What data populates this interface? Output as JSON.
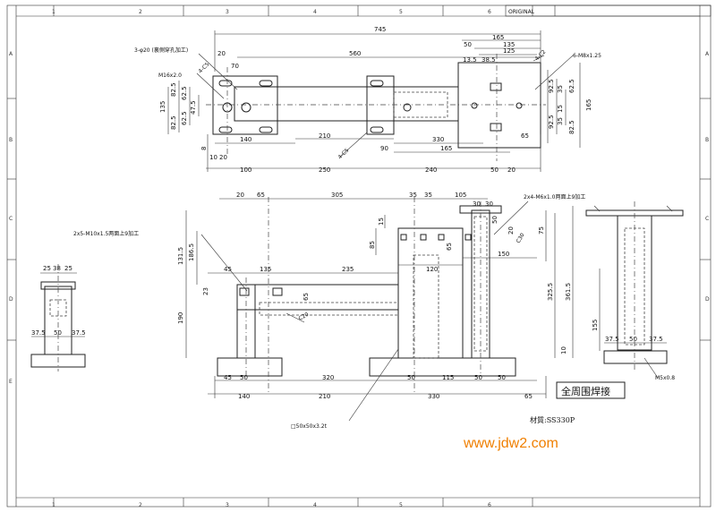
{
  "grid": {
    "columns": [
      "1",
      "2",
      "3",
      "4",
      "5",
      "6"
    ],
    "rows": [
      "A",
      "B",
      "C",
      "D",
      "E"
    ]
  },
  "title_block": {
    "original_label": "ORIGINAL"
  },
  "top_view": {
    "dims": {
      "overall": "745",
      "d560": "560",
      "d70": "70",
      "d20": "20",
      "d165": "165",
      "d50": "50",
      "d135": "135",
      "d125": "125",
      "d13_5": "13.5",
      "d38_5": "38.5",
      "d140": "140",
      "d210": "210",
      "d330": "330",
      "d90": "90",
      "d165b": "165",
      "d65": "65",
      "d10": "10",
      "d20b": "20",
      "d100": "100",
      "d250": "250",
      "d240": "240",
      "d50b": "50",
      "d20c": "20",
      "left_135": "135",
      "left_82_5": "82.5",
      "left_62_5": "62.5",
      "left_47_5": "47.5",
      "left_62_5b": "62.5",
      "left_82_5b": "82.5",
      "r_92_5": "92.5",
      "r_35": "35",
      "r_165": "165",
      "r_15": "15",
      "r_62_5": "62.5",
      "r_35b": "35",
      "r_92_5b": "92.5",
      "r_82_5": "82.5",
      "left_8": "8"
    },
    "notes": {
      "holes_3": "3-φ20 (裏側穿孔加工)",
      "m16": "M16x2.0",
      "m8_1": "6-M8x1.25",
      "c4": "4-C5",
      "c4b": "4-C5",
      "c2": "4-C2"
    }
  },
  "front_view": {
    "dims": {
      "d20": "20",
      "d65": "65",
      "d305": "305",
      "d35a": "35",
      "d35b": "35",
      "d105": "105",
      "d30": "30",
      "d30b": "30",
      "d45": "45",
      "d135": "135",
      "d235": "235",
      "d120": "120",
      "d150": "150",
      "d131_5": "131.5",
      "d186_5": "186.5",
      "d85": "85",
      "d15": "15",
      "d65b": "65",
      "d23": "23",
      "d75": "75",
      "d325_5": "325.5",
      "d361_5": "361.5",
      "d190": "190",
      "d10": "10",
      "d50": "50",
      "d20b": "20",
      "d65c": "65",
      "b_45": "45",
      "b_50": "50",
      "b_320": "320",
      "b_50b": "50",
      "b_115": "115",
      "b_50c": "50",
      "b_50d": "50",
      "b_140": "140",
      "b_210": "210",
      "b_330": "330",
      "b_65": "65"
    },
    "notes": {
      "m10": "2x5-M10x1.5两面上9加工",
      "m6": "2x4-M6x1.0两面上9加工",
      "c30": "C30",
      "c20": "C20",
      "tube": "□50x50x3.2t"
    }
  },
  "left_side_view": {
    "dims": {
      "d25": "25",
      "d38": "38",
      "d25b": "25",
      "b37_5": "37.5",
      "b50": "50",
      "b37_5b": "37.5"
    }
  },
  "right_side_view": {
    "dims": {
      "d155": "155",
      "b37_5": "37.5",
      "b50": "50",
      "b37_5b": "37.5"
    },
    "notes": {
      "m5": "M5x0.8"
    }
  },
  "weld_note": "全周围焊接",
  "material": "材質:SS330P",
  "watermark": "www.jdw2.com",
  "colors": {
    "line": "#222222",
    "watermark": "#f07f00",
    "paper": "#ffffff"
  }
}
